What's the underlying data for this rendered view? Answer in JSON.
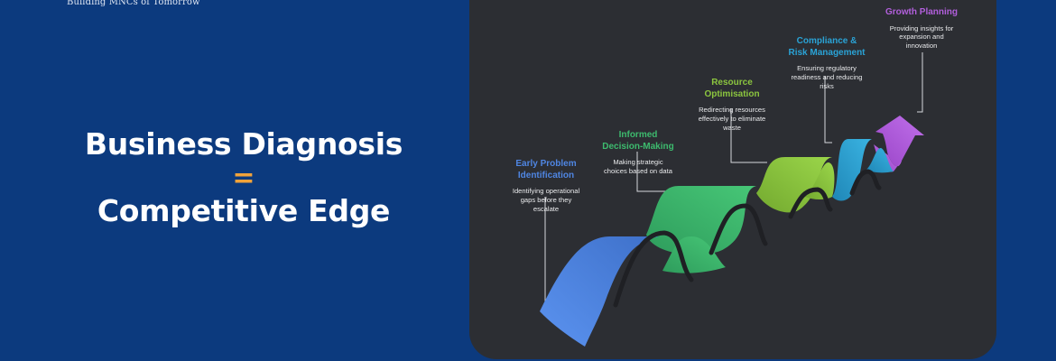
{
  "brand": {
    "tagline": "Building MNCs of Tomorrow"
  },
  "headline": {
    "line1": "Business Diagnosis",
    "equals": "=",
    "line2": "Competitive Edge"
  },
  "steps": [
    {
      "title_lines": [
        "Early Problem",
        "Identification"
      ],
      "desc_lines": [
        "Identifying operational",
        "gaps before they",
        "escalate"
      ],
      "color": "#4f86e3"
    },
    {
      "title_lines": [
        "Informed",
        "Decision-Making"
      ],
      "desc_lines": [
        "Making strategic",
        "choices based on data"
      ],
      "color": "#3dbb6e"
    },
    {
      "title_lines": [
        "Resource",
        "Optimisation"
      ],
      "desc_lines": [
        "Redirecting resources",
        "effectively to eliminate",
        "waste"
      ],
      "color": "#8cc63f"
    },
    {
      "title_lines": [
        "Compliance &",
        "Risk Management"
      ],
      "desc_lines": [
        "Ensuring regulatory",
        "readiness and reducing",
        "risks"
      ],
      "color": "#2aa3d6"
    },
    {
      "title_lines": [
        "Growth Planning"
      ],
      "desc_lines": [
        "Providing insights for",
        "expansion and",
        "innovation"
      ],
      "color": "#b25fdc"
    }
  ]
}
